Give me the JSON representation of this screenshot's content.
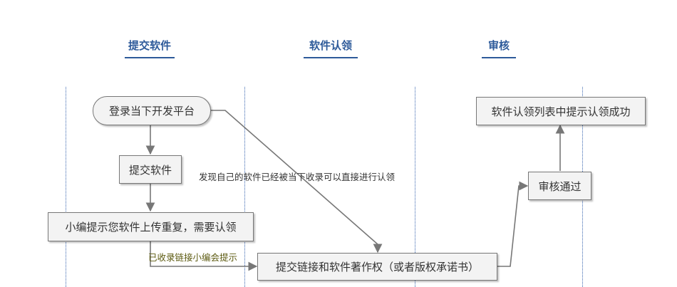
{
  "lanes": [
    {
      "header": "提交软件"
    },
    {
      "header": "软件认领"
    },
    {
      "header": "审核"
    }
  ],
  "nodes": {
    "login": "登录当下开发平台",
    "submit_software": "提交软件",
    "editor_prompt": "小编提示您软件上传重复，需要认领",
    "submit_links": "提交链接和软件著作权（或者版权承诺书）",
    "review_passed": "审核通过",
    "success_prompt": "软件认领列表中提示认领成功"
  },
  "edge_labels": {
    "found_included": "发现自己的软件已经被当下收录可以直接进行认领",
    "already_included": "已收录链接小编会提示"
  },
  "colors": {
    "lane_header": "#2d5a9a",
    "lane_divider": "#3a66b0",
    "node_fill": "#f3f3f3",
    "node_border": "#777777",
    "connector": "#777777",
    "olive_label": "#5c5a10"
  }
}
